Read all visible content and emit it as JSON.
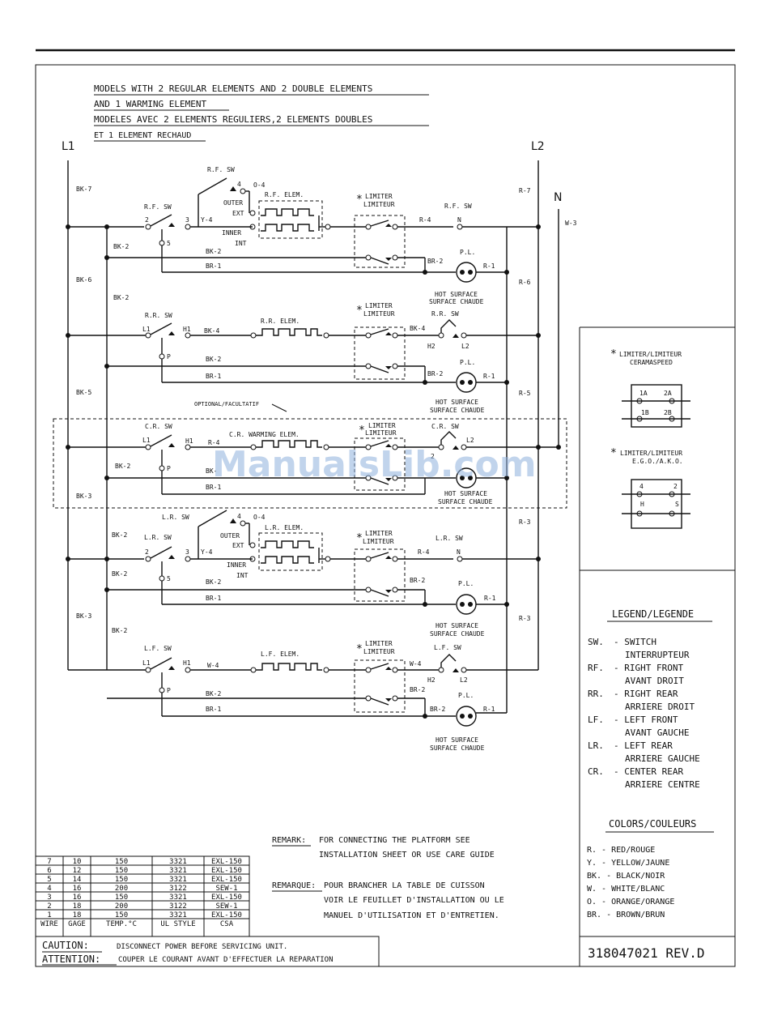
{
  "header": {
    "title_en": [
      "MODELS WITH 2 REGULAR ELEMENTS AND 2 DOUBLE ELEMENTS",
      "AND 1 WARMING ELEMENT"
    ],
    "title_fr": [
      "MODELES AVEC 2 ELEMENTS REGULIERS,2 ELEMENTS DOUBLES",
      "ET 1 ELEMENT RECHAUD"
    ]
  },
  "lines": {
    "l1": "L1",
    "l2": "L2",
    "n": "N"
  },
  "labels": {
    "rf_sw": "R.F. SW",
    "rf_elem": "R.F. ELEM.",
    "rr_sw": "R.R. SW",
    "rr_elem": "R.R. ELEM.",
    "cr_sw": "C.R. SW",
    "cr_elem": "C.R. WARMING ELEM.",
    "lr_sw": "L.R. SW",
    "lr_elem": "L.R. ELEM.",
    "lf_sw": "L.F. SW",
    "lf_elem": "L.F. ELEM.",
    "limiter": "LIMITER",
    "limiteur": "LIMITEUR",
    "pl": "P.L.",
    "hot": "HOT SURFACE",
    "chaude": "SURFACE CHAUDE",
    "optional": "OPTIONAL/FACULTATIF",
    "outer": "OUTER",
    "ext": "EXT",
    "inner": "INNER",
    "int": "INT",
    "o4": "O-4",
    "star": "*"
  },
  "wires": {
    "bk7": "BK-7",
    "bk6": "BK-6",
    "bk5": "BK-5",
    "bk3": "BK-3",
    "bk2": "BK-2",
    "bk4": "BK-4",
    "bk": "BK-",
    "br1": "BR-1",
    "br2": "BR-2",
    "r1": "R-1",
    "r3": "R-3",
    "r4": "R-4",
    "r5": "R-5",
    "r6": "R-6",
    "r7": "R-7",
    "w3": "W-3",
    "w4": "W-4",
    "y4": "Y-4"
  },
  "terminals": {
    "t2": "2",
    "t3": "3",
    "t4": "4",
    "t5": "5",
    "tl1": "L1",
    "th1": "H1",
    "th2": "H2",
    "tl2": "L2",
    "tp": "P",
    "tn": "N"
  },
  "limiter_panel": {
    "cerama_title": [
      "LIMITER/LIMITEUR",
      "CERAMASPEED"
    ],
    "cerama_terms": [
      "1A",
      "2A",
      "1B",
      "2B"
    ],
    "ego_title": [
      "LIMITER/LIMITEUR",
      "E.G.O./A.K.O."
    ],
    "ego_terms": [
      "4",
      "2",
      "H",
      "S"
    ]
  },
  "legend": {
    "title": "LEGEND/LEGENDE",
    "items": [
      [
        "SW.",
        "- SWITCH",
        "INTERRUPTEUR"
      ],
      [
        "RF.",
        "- RIGHT FRONT",
        "AVANT DROIT"
      ],
      [
        "RR.",
        "- RIGHT REAR",
        "ARRIERE DROIT"
      ],
      [
        "LF.",
        "- LEFT FRONT",
        "AVANT GAUCHE"
      ],
      [
        "LR.",
        "- LEFT REAR",
        "ARRIERE GAUCHE"
      ],
      [
        "CR.",
        "- CENTER REAR",
        "ARRIERE CENTRE"
      ]
    ]
  },
  "colors": {
    "title": "COLORS/COULEURS",
    "items": [
      "R.  - RED/ROUGE",
      "Y.  - YELLOW/JAUNE",
      "BK. - BLACK/NOIR",
      "W.  - WHITE/BLANC",
      "O.  - ORANGE/ORANGE",
      "BR. - BROWN/BRUN"
    ]
  },
  "remark": {
    "en_label": "REMARK:",
    "en_lines": [
      "FOR CONNECTING THE PLATFORM SEE",
      "INSTALLATION SHEET OR USE CARE GUIDE"
    ],
    "fr_label": "REMARQUE:",
    "fr_lines": [
      "POUR BRANCHER LA TABLE DE CUISSON",
      "VOIR LE FEUILLET D'INSTALLATION OU LE",
      "MANUEL D'UTILISATION ET D'ENTRETIEN."
    ]
  },
  "wire_table": {
    "headers": [
      "WIRE",
      "GAGE",
      "TEMP.°C",
      "UL STYLE",
      "CSA"
    ],
    "rows": [
      [
        "7",
        "10",
        "150",
        "3321",
        "EXL-150"
      ],
      [
        "6",
        "12",
        "150",
        "3321",
        "EXL-150"
      ],
      [
        "5",
        "14",
        "150",
        "3321",
        "EXL-150"
      ],
      [
        "4",
        "16",
        "200",
        "3122",
        "SEW-1"
      ],
      [
        "3",
        "16",
        "150",
        "3321",
        "EXL-150"
      ],
      [
        "2",
        "18",
        "200",
        "3122",
        "SEW-1"
      ],
      [
        "1",
        "18",
        "150",
        "3321",
        "EXL-150"
      ]
    ]
  },
  "caution": {
    "label1": "CAUTION:",
    "text1": "DISCONNECT POWER BEFORE SERVICING UNIT.",
    "label2": "ATTENTION:",
    "text2": "COUPER LE COURANT AVANT D'EFFECTUER LA REPARATION"
  },
  "part_number": "318047021 REV.D",
  "watermark": "ManualsLib.com"
}
